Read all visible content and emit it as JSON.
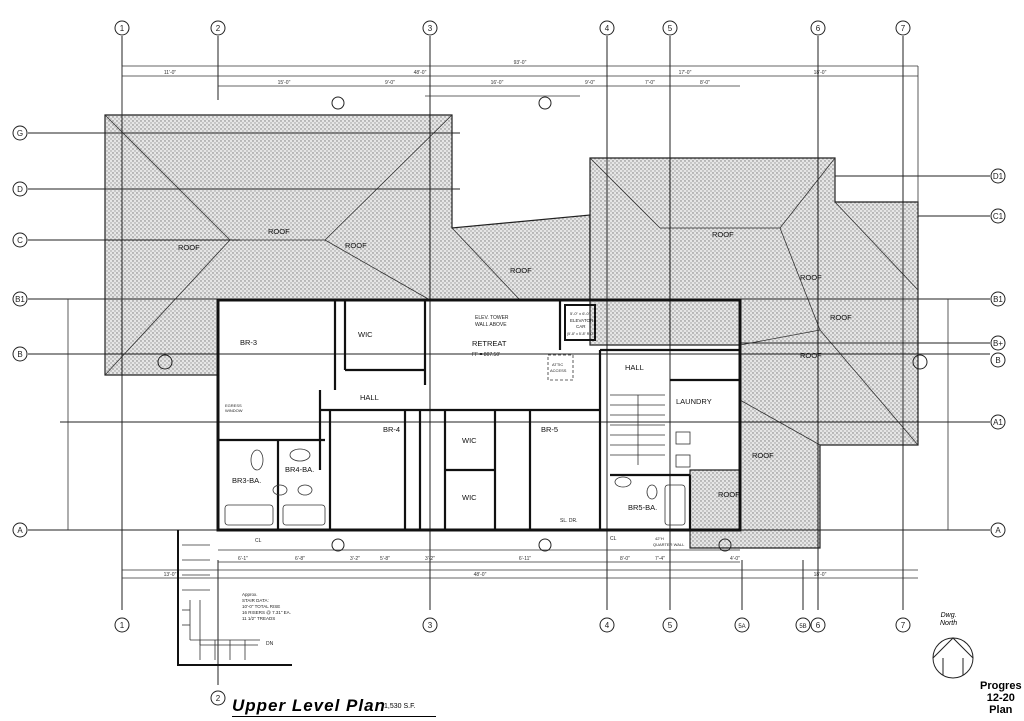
{
  "drawing": {
    "title": "Upper Level Plan",
    "area": "1,530 S.F.",
    "north_label_1": "Dwg.",
    "north_label_2": "North",
    "stamp_line_1": "Progres",
    "stamp_line_2": "12-20",
    "stamp_line_3": "Plan"
  },
  "grid": {
    "columns_top": [
      "1",
      "2",
      "3",
      "4",
      "5",
      "6",
      "7"
    ],
    "columns_bottom": [
      "1",
      "3",
      "4",
      "5",
      "5A",
      "5B",
      "6",
      "7"
    ],
    "column_2_bottom": "2",
    "rows_left": [
      "G",
      "D",
      "C",
      "B1",
      "B",
      "A"
    ],
    "rows_right": [
      "D1",
      "C1",
      "B1",
      "B+",
      "B",
      "A1",
      "A"
    ]
  },
  "dimensions": {
    "overall": "93'-0\"",
    "top_row": [
      "11'-0\"",
      "48'-0\"",
      "17'-0\"",
      "18'-0\""
    ],
    "second_row": [
      "15'-0\"",
      "9'-0\"",
      "16'-0\"",
      "9'-0\"",
      "7'-0\"",
      "8'-0\""
    ],
    "bottom_row": [
      "6'-1\"",
      "6'-8\"",
      "3'-2\"",
      "5'-8\"",
      "3'-2\"",
      "6'-11\"",
      "8'-0\"",
      "7'-4\"",
      "4'-0\""
    ],
    "bottom_overall": [
      "13'-0\"",
      "48'-0\"",
      "18'-0\""
    ]
  },
  "roofs": [
    "ROOF",
    "ROOF",
    "ROOF",
    "ROOF",
    "ROOF",
    "ROOF",
    "ROOF",
    "ROOF",
    "ROOF",
    "ROOF"
  ],
  "rooms": {
    "br3": "BR-3",
    "wic1": "WIC",
    "retreat": "RETREAT",
    "retreat_ff": "FF = 807.50'",
    "hall1": "HALL",
    "hall2": "HALL",
    "laundry": "LAUNDRY",
    "br4": "BR-4",
    "wic2": "WIC",
    "wic3": "WIC",
    "br5": "BR-5",
    "br3ba": "BR3-BA.",
    "br4ba": "BR4-BA.",
    "br5ba": "BR5-BA."
  },
  "notes": {
    "elev_tower_1": "ELEV. TOWER",
    "elev_tower_2": "WALL ABOVE",
    "elevator_1": "5'-0\" x 6'-0\"",
    "elevator_2": "ELEVATOR",
    "elevator_3": "CAR",
    "elevator_4": "(5'-8\" x 5'-8\" R.O.)",
    "attic_1": "ATTIC",
    "attic_2": "ACCESS",
    "egress_1": "EGRESS",
    "egress_2": "WINDOW",
    "sl_dr": "SL. DR.",
    "quarter_1": "42\"H",
    "quarter_2": "QUARTER WALL",
    "cl": "CL",
    "stair_1": "Approx.",
    "stair_2": "STAIR DATA:",
    "stair_3": "10'-0\" TOTAL RISE",
    "stair_4": "16 RISERS @ 7.31\" EA.",
    "stair_5": "11 1/2\" TREADS",
    "dn": "DN"
  }
}
